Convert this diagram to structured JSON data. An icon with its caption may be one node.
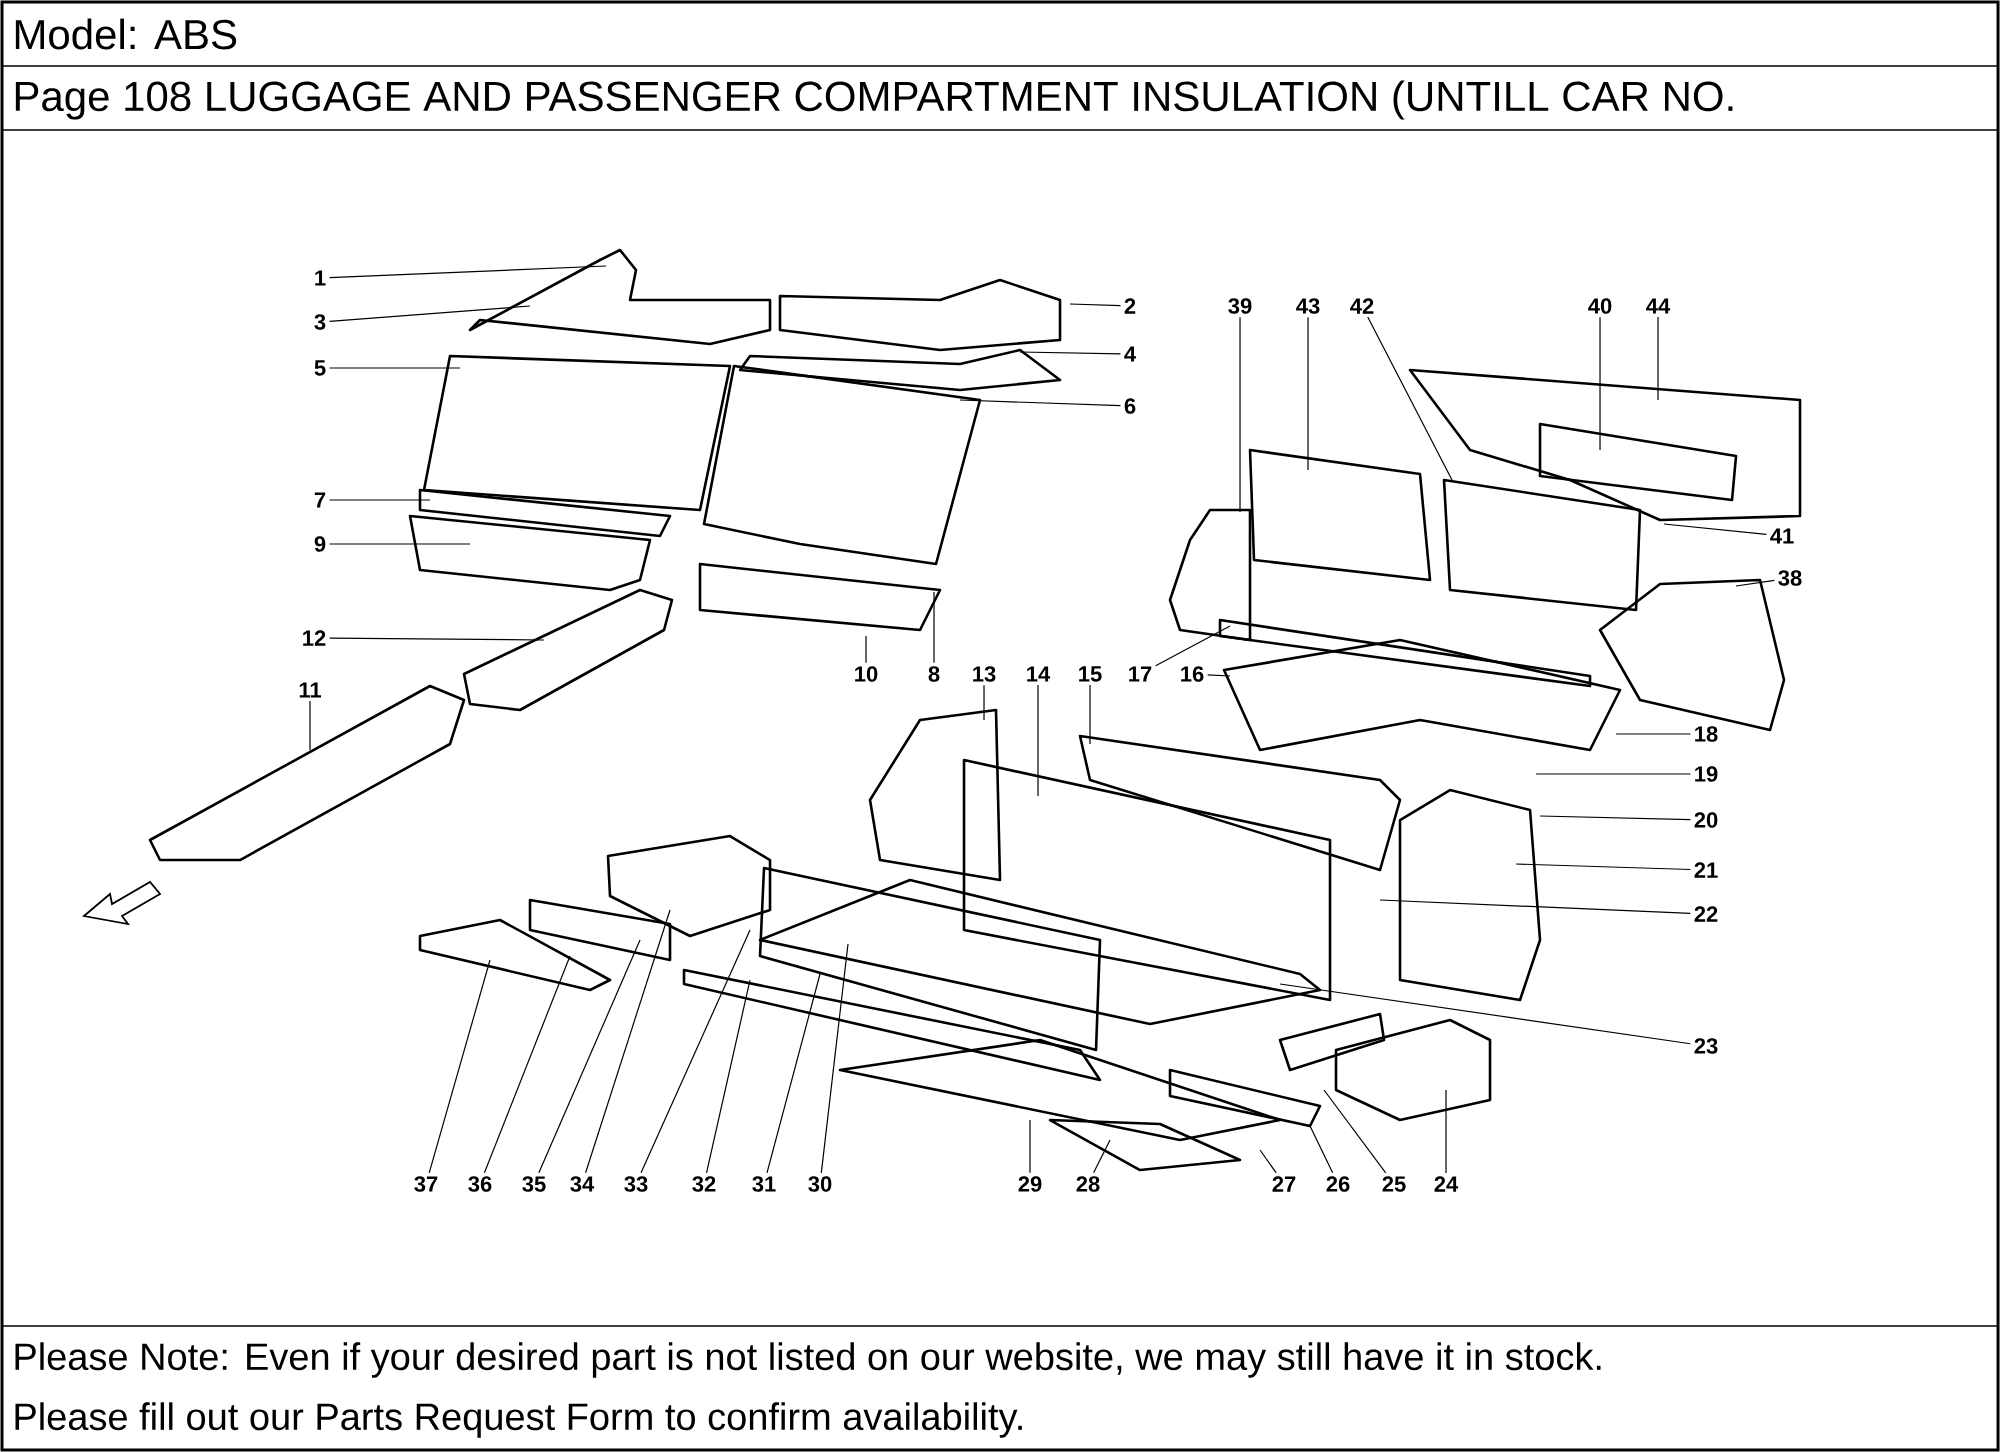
{
  "diagram": {
    "title": "Page 108  LUGGAGE AND PASSENGER COMPARTMENT INSULATION (UNTILL CAR NO.",
    "nodes": [
      {
        "text": [
          "1"
        ]
      },
      {
        "text": [
          "3"
        ]
      },
      {
        "text": [
          "5"
        ]
      },
      {
        "text": [
          "7"
        ]
      },
      {
        "text": [
          "9"
        ]
      },
      {
        "text": [
          "12"
        ]
      },
      {
        "text": [
          "11"
        ]
      },
      {
        "text": [
          "2"
        ]
      },
      {
        "text": [
          "4"
        ]
      },
      {
        "text": [
          "6"
        ]
      },
      {
        "text": [
          "39"
        ]
      },
      {
        "text": [
          "43"
        ]
      },
      {
        "text": [
          "42"
        ]
      },
      {
        "text": [
          "40"
        ]
      },
      {
        "text": [
          "44"
        ]
      },
      {
        "text": [
          "41"
        ]
      },
      {
        "text": [
          "38"
        ]
      },
      {
        "text": [
          "13"
        ]
      },
      {
        "text": [
          "14"
        ]
      },
      {
        "text": [
          "15"
        ]
      },
      {
        "text": [
          "17"
        ]
      },
      {
        "text": [
          "16"
        ]
      },
      {
        "text": [
          "10"
        ]
      },
      {
        "text": [
          "8"
        ]
      },
      {
        "text": [
          "18"
        ]
      },
      {
        "text": [
          "19"
        ]
      },
      {
        "text": [
          "20"
        ]
      },
      {
        "text": [
          "21"
        ]
      },
      {
        "text": [
          "22"
        ]
      },
      {
        "text": [
          "23"
        ]
      },
      {
        "text": [
          "37"
        ]
      },
      {
        "text": [
          "36"
        ]
      },
      {
        "text": [
          "35"
        ]
      },
      {
        "text": [
          "34"
        ]
      },
      {
        "text": [
          "33"
        ]
      },
      {
        "text": [
          "32"
        ]
      },
      {
        "text": [
          "31"
        ]
      },
      {
        "text": [
          "30"
        ]
      },
      {
        "text": [
          "29"
        ]
      },
      {
        "text": [
          "28"
        ]
      },
      {
        "text": [
          "27"
        ]
      },
      {
        "text": [
          "26"
        ]
      },
      {
        "text": [
          "25"
        ]
      },
      {
        "text": [
          "24"
        ]
      }
    ],
    "edges": [
      {
        "from": 0,
        "to": null,
        "arrow": "none"
      },
      {
        "from": 1,
        "to": null,
        "arrow": "none"
      },
      {
        "from": 2,
        "to": null,
        "arrow": "none"
      },
      {
        "from": 3,
        "to": null,
        "arrow": "none"
      },
      {
        "from": 4,
        "to": null,
        "arrow": "none"
      },
      {
        "from": 5,
        "to": null,
        "arrow": "none"
      },
      {
        "from": 6,
        "to": null,
        "arrow": "none"
      },
      {
        "from": 7,
        "to": null,
        "arrow": "none"
      },
      {
        "from": 8,
        "to": null,
        "arrow": "none"
      },
      {
        "from": 9,
        "to": null,
        "arrow": "none"
      },
      {
        "from": 10,
        "to": null,
        "arrow": "none"
      },
      {
        "from": 11,
        "to": null,
        "arrow": "none"
      },
      {
        "from": 12,
        "to": null,
        "arrow": "none"
      },
      {
        "from": 13,
        "to": null,
        "arrow": "none"
      },
      {
        "from": 14,
        "to": null,
        "arrow": "none"
      },
      {
        "from": 15,
        "to": null,
        "arrow": "none"
      },
      {
        "from": 16,
        "to": null,
        "arrow": "none"
      },
      {
        "from": 17,
        "to": null,
        "arrow": "none"
      },
      {
        "from": 18,
        "to": null,
        "arrow": "none"
      },
      {
        "from": 19,
        "to": null,
        "arrow": "none"
      },
      {
        "from": 20,
        "to": null,
        "arrow": "none"
      },
      {
        "from": 21,
        "to": null,
        "arrow": "none"
      },
      {
        "from": 22,
        "to": null,
        "arrow": "none"
      },
      {
        "from": 23,
        "to": null,
        "arrow": "none"
      },
      {
        "from": 24,
        "to": null,
        "arrow": "none"
      },
      {
        "from": 25,
        "to": null,
        "arrow": "none"
      },
      {
        "from": 26,
        "to": null,
        "arrow": "none"
      },
      {
        "from": 27,
        "to": null,
        "arrow": "none"
      },
      {
        "from": 28,
        "to": null,
        "arrow": "none"
      },
      {
        "from": 29,
        "to": null,
        "arrow": "none"
      },
      {
        "from": 30,
        "to": null,
        "arrow": "none"
      },
      {
        "from": 31,
        "to": null,
        "arrow": "none"
      },
      {
        "from": 32,
        "to": null,
        "arrow": "none"
      },
      {
        "from": 33,
        "to": null,
        "arrow": "none"
      },
      {
        "from": 34,
        "to": null,
        "arrow": "none"
      },
      {
        "from": 35,
        "to": null,
        "arrow": "none"
      },
      {
        "from": 36,
        "to": null,
        "arrow": "none"
      },
      {
        "from": 37,
        "to": null,
        "arrow": "none"
      },
      {
        "from": 38,
        "to": null,
        "arrow": "none"
      },
      {
        "from": 39,
        "to": null,
        "arrow": "none"
      },
      {
        "from": 40,
        "to": null,
        "arrow": "none"
      },
      {
        "from": 41,
        "to": null,
        "arrow": "none"
      },
      {
        "from": 42,
        "to": null,
        "arrow": "none"
      },
      {
        "from": 43,
        "to": null,
        "arrow": "none"
      }
    ],
    "labels": [
      "Model: ABS",
      "Please Note: Even if your desired part is not listed on our website, we may still have it in stock.",
      "Please fill out our Parts Request Form to confirm availability."
    ]
  }
}
